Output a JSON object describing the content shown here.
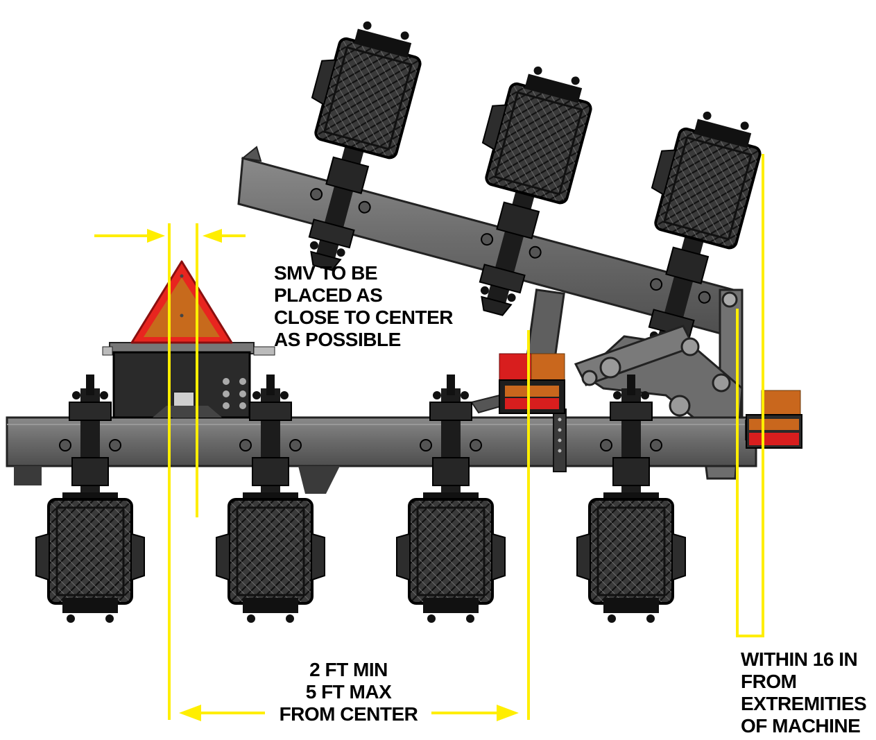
{
  "annotations": {
    "smv_note": [
      "SMV TO BE",
      "PLACED AS",
      "CLOSE TO CENTER",
      "AS POSSIBLE"
    ],
    "distance_note": [
      "2 FT MIN",
      "5 FT MAX",
      "FROM CENTER"
    ],
    "extremities_note": [
      "WITHIN 16 IN",
      "FROM",
      "EXTREMITIES",
      "OF MACHINE"
    ]
  },
  "colors": {
    "guide_yellow": "#ffee00",
    "smv_red": "#e8251f",
    "smv_orange": "#c76a1c",
    "frame_gray": "#6f6f6f",
    "frame_dark": "#2c2c2c",
    "lamp_red": "#d81e1e",
    "lamp_amber": "#c9671d"
  },
  "icons": [
    "smv-triangle-icon",
    "warning-lamp-icon",
    "amber-lamp-icon"
  ]
}
